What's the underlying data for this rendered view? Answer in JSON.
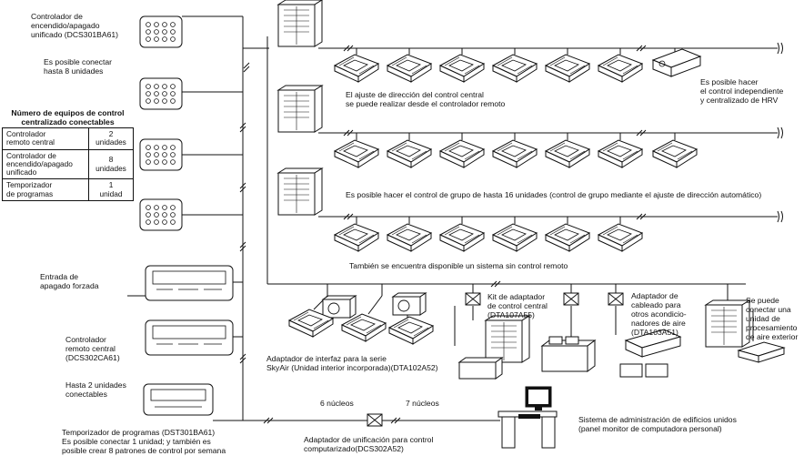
{
  "labels": {
    "onoff_ctrl": "Controlador de\nencendido/apagado\nunificado (DCS301BA61)",
    "onoff_connect": "Es posible conectar\nhasta 8 unidades",
    "central_dir": "El ajuste de dirección del control central\nse puede realizar desde el controlador remoto",
    "hrv": "Es posible hacer\nel control independiente\ny centralizado de HRV",
    "group_ctrl": "Es posible hacer el control de grupo de hasta 16 unidades (control de grupo mediante el ajuste de dirección automático)",
    "no_remote": "También se encuentra disponible un sistema sin control remoto",
    "forced_off": "Entrada de\napagado forzada",
    "central_remote": "Controlador\nremoto central\n(DCS302CA61)",
    "up_to_2": "Hasta 2 unidades\nconectables",
    "schedule_timer": "Temporizador de programas (DST301BA61)\nEs posible conectar 1 unidad; y también es\nposible crear 8 patrones de control por semana",
    "skyair": "Adaptador de interfaz para la serie\nSkyAir (Unidad interior incorporada)(DTA102A52)",
    "kit_adapter": "Kit de adaptador\nde control central\n(DTA107A55)",
    "wiring_adapter": "Adaptador de\ncableado para\notros acondicio-\nnadores de aire\n(DTA103A51)",
    "outdoor_proc": "Se puede\nconectar una\nunidad de\nprocesamiento\nde aire exterior",
    "six_cores": "6 núcleos",
    "seven_cores": "7 núcleos",
    "unif_adapter": "Adaptador de unificación para control\ncomputarizado(DCS302A52)",
    "bms": "Sistema de administración de edificios unidos\n(panel monitor de computadora personal)"
  },
  "table": {
    "title": "Número de equipos de control\ncentralizado conectables",
    "rows": [
      {
        "name": "Controlador\nremoto central",
        "value": "2\nunidades"
      },
      {
        "name": "Controlador de\nencendido/apagado\nunificado",
        "value": "8\nunidades"
      },
      {
        "name": "Temporizador\nde programas",
        "value": "1\nunidad"
      }
    ]
  }
}
